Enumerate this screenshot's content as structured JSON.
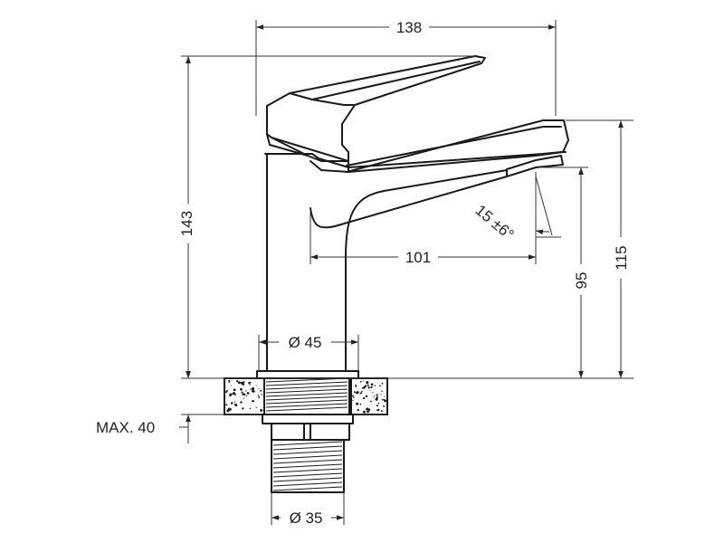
{
  "diagram": {
    "type": "technical-drawing",
    "dimensions": {
      "overall_width": "138",
      "overall_height": "143",
      "spout_projection": "101",
      "spout_height": "95",
      "lever_height": "115",
      "body_diameter": "Ø 45",
      "thread_diameter": "Ø 35",
      "max_countertop": "MAX. 40",
      "angle": "15 ±6°"
    }
  }
}
